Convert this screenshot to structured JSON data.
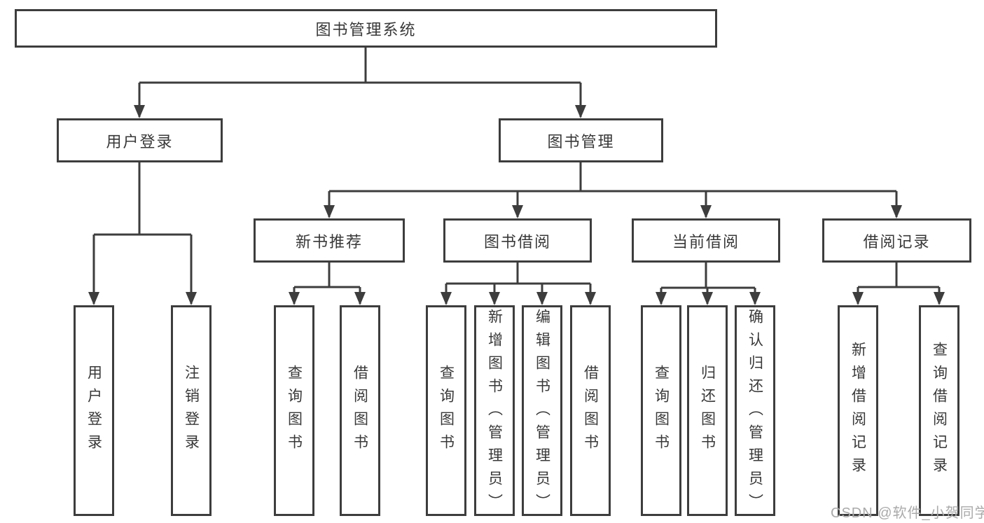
{
  "root": {
    "label": "图书管理系统"
  },
  "level2": [
    {
      "label": "用户登录",
      "parent": "图书管理系统"
    },
    {
      "label": "图书管理",
      "parent": "图书管理系统"
    }
  ],
  "level3": [
    {
      "label": "新书推荐",
      "parent": "图书管理"
    },
    {
      "label": "图书借阅",
      "parent": "图书管理"
    },
    {
      "label": "当前借阅",
      "parent": "图书管理"
    },
    {
      "label": "借阅记录",
      "parent": "图书管理"
    }
  ],
  "leaves": [
    {
      "label": "用户登录",
      "parent": "用户登录"
    },
    {
      "label": "注销登录",
      "parent": "用户登录"
    },
    {
      "label": "查询图书",
      "parent": "新书推荐"
    },
    {
      "label": "借阅图书",
      "parent": "新书推荐"
    },
    {
      "label": "查询图书",
      "parent": "图书借阅"
    },
    {
      "label": "新增图书（管理员）",
      "parent": "图书借阅"
    },
    {
      "label": "编辑图书（管理员）",
      "parent": "图书借阅"
    },
    {
      "label": "借阅图书",
      "parent": "图书借阅"
    },
    {
      "label": "查询图书",
      "parent": "当前借阅"
    },
    {
      "label": "归还图书",
      "parent": "当前借阅"
    },
    {
      "label": "确认归还（管理员）",
      "parent": "当前借阅"
    },
    {
      "label": "新增借阅记录",
      "parent": "借阅记录"
    },
    {
      "label": "查询借阅记录",
      "parent": "借阅记录"
    }
  ],
  "watermark": "CSDN @软件_小贺同学",
  "colors": {
    "line": "#3d3d3d",
    "text": "#383838",
    "box_bg": "#ffffff",
    "watermark": "#aaaaaa"
  }
}
